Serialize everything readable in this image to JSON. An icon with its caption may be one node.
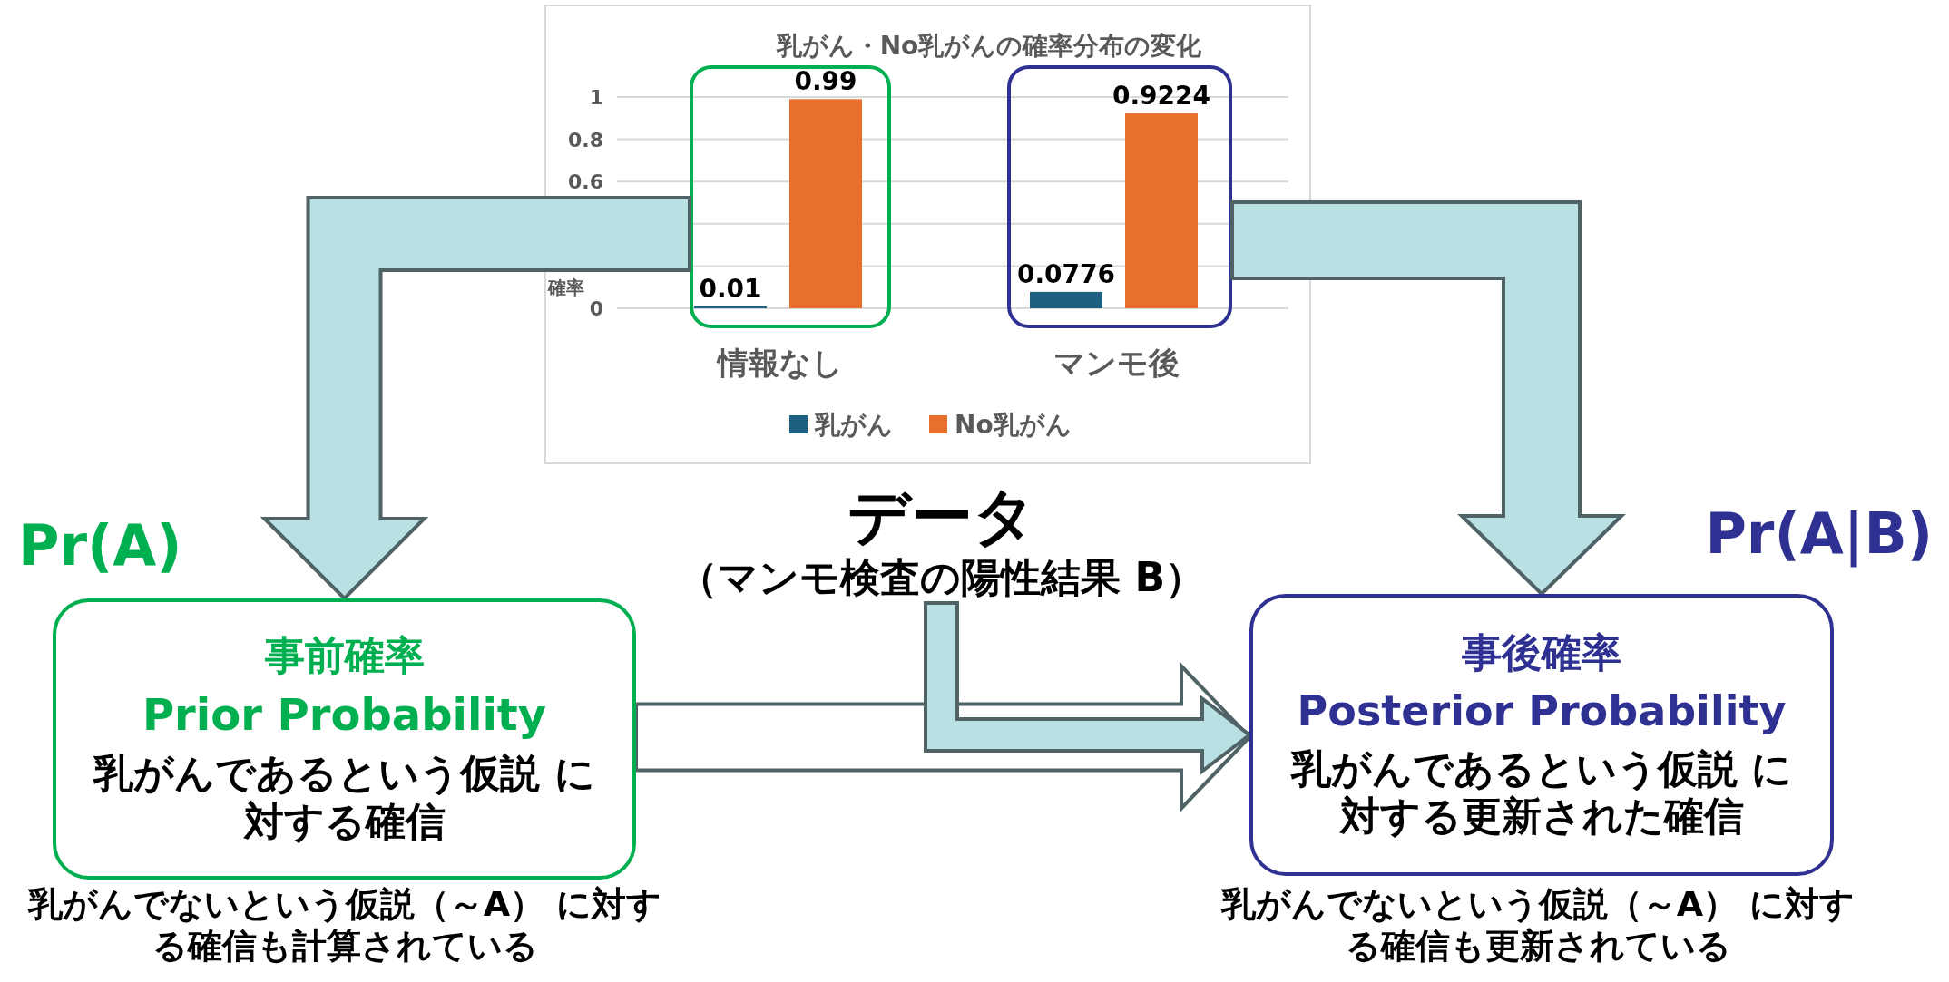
{
  "diagram": {
    "nodes": [
      {
        "text": [],
        "shape": "box"
      },
      {
        "text": [],
        "shape": "box"
      },
      {
        "text": [
          "事前確率",
          "Prior Probability",
          "乳がんであるという仮説 に対する確信"
        ],
        "beside": [
          "Pr(A)",
          "乳がんでないという仮説（～A） に対する確信も計算されている"
        ]
      },
      {
        "text": [
          "データ",
          "（マンモ検査の陽性結果 B）"
        ]
      },
      {
        "text": [
          "事後確率",
          "Posterior Probability",
          "乳がんであるという仮説 に対する更新された確信"
        ],
        "beside": [
          "Pr(A|B)",
          "乳がんでないという仮説（～A） に対する確信も更新されている"
        ]
      }
    ],
    "edges": [
      {
        "from": 0,
        "to": 2,
        "arrow": "to"
      },
      {
        "from": 1,
        "to": 4,
        "arrow": "to"
      },
      {
        "from": 2,
        "to": 4,
        "arrow": "to"
      },
      {
        "from": 3,
        "to": 4,
        "arrow": "to"
      }
    ],
    "chart_data": {
      "type": "bar",
      "title": "乳がん・No乳がんの確率分布の変化",
      "ylabel": "確率",
      "categories": [
        "情報なし",
        "マンモ後"
      ],
      "series": [
        {
          "name": "乳がん",
          "color": "#1f5f7f",
          "values": [
            0.01,
            0.0776
          ]
        },
        {
          "name": "No乳がん",
          "color": "#e8702f",
          "values": [
            0.99,
            0.9224
          ]
        }
      ],
      "ylim": [
        0,
        1
      ],
      "yticks": [
        0,
        0.6,
        0.8,
        1
      ],
      "data_labels": true,
      "legend": "bottom"
    }
  }
}
